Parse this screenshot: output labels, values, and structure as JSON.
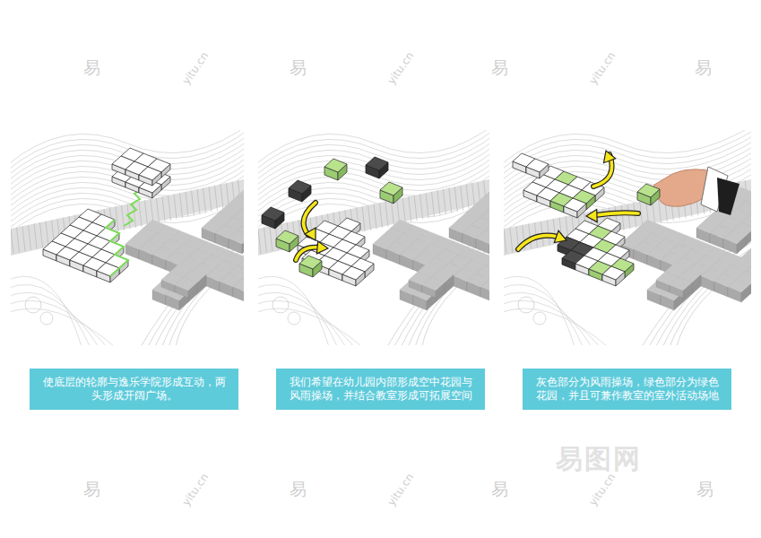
{
  "diagram": {
    "nodes": [
      {
        "text": [
          "使底层的轮廓与逸乐学院形成互动，两头形成开阔广场。"
        ]
      },
      {
        "text": [
          "我们希望在幼儿园内部形成空中花园与风雨操场，并结合教室形成可拓展空间"
        ]
      },
      {
        "text": [
          "灰色部分为风雨操场，绿色部分为绿色花园，并且可兼作教室的室外活动场地"
        ]
      }
    ],
    "labels": [
      "易",
      "易",
      "易",
      "易",
      "易",
      "易",
      "易",
      "易",
      "yitu.cn",
      "yitu.cn",
      "yitu.cn",
      "yitu.cn",
      "yitu.cn",
      "yitu.cn",
      "易图网"
    ]
  }
}
